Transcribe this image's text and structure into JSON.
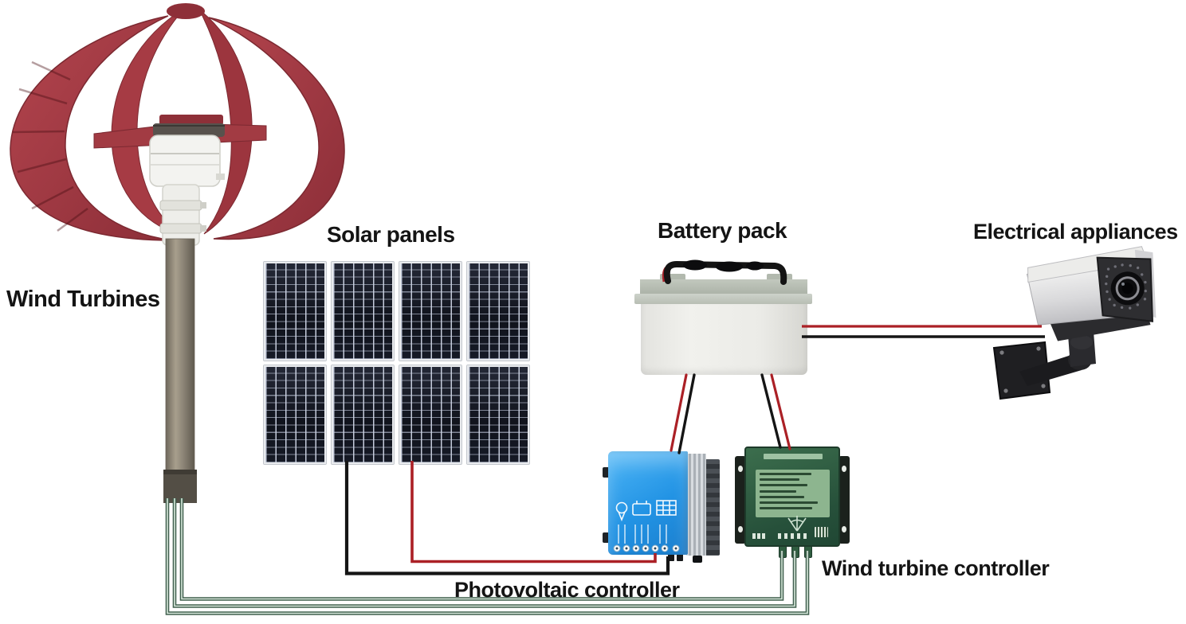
{
  "diagram": {
    "type": "wind-solar hybrid power system wiring diagram",
    "background": "#ffffff",
    "labels": {
      "wind_turbines": "Wind Turbines",
      "solar_panels": "Solar panels",
      "battery_pack": "Battery pack",
      "electrical_appliances": "Electrical appliances",
      "photovoltaic_controller": "Photovoltaic controller",
      "wind_turbine_controller": "Wind turbine controller"
    },
    "components": [
      {
        "id": "wind-turbines",
        "kind": "red lantern vertical-axis wind turbine on metal pole"
      },
      {
        "id": "solar-panels",
        "kind": "array of 8 dark photovoltaic panels in a 4x2 grid"
      },
      {
        "id": "battery-pack",
        "kind": "white battery box with gray lid and black top cable"
      },
      {
        "id": "electrical-appliances",
        "kind": "CCTV bullet security camera on wall-mount bracket"
      },
      {
        "id": "photovoltaic-controller",
        "kind": "blue solar charge controller with lamp/battery/panel icons and terminal row"
      },
      {
        "id": "wind-turbine-controller",
        "kind": "green wind charge controller with spec label and mounting flanges"
      }
    ],
    "connections": [
      {
        "from": "solar-panels",
        "to": "photovoltaic-controller",
        "wire_colors": [
          "black",
          "red"
        ]
      },
      {
        "from": "wind-turbines",
        "to": "wind-turbine-controller",
        "wire_colors": [
          "green",
          "green",
          "green"
        ]
      },
      {
        "from": "battery-pack",
        "to": "photovoltaic-controller",
        "wire_colors": [
          "red",
          "black"
        ]
      },
      {
        "from": "battery-pack",
        "to": "wind-turbine-controller",
        "wire_colors": [
          "black",
          "red"
        ]
      },
      {
        "from": "battery-pack",
        "to": "electrical-appliances",
        "wire_colors": [
          "red",
          "black"
        ]
      }
    ],
    "colors": {
      "turbine_red": "#a23b43",
      "pole_brown": "#8d8577",
      "panel_dark": "#161a24",
      "panel_frame": "#e9ebee",
      "battery_body": "#ebebe7",
      "battery_lid": "#aab1a6",
      "pv_controller_blue": "#2293e4",
      "wt_controller_green": "#2f5d40",
      "wire_red": "#ab2026",
      "wire_black": "#151515",
      "wire_green": "#41604f",
      "label_text": "#141414"
    }
  }
}
